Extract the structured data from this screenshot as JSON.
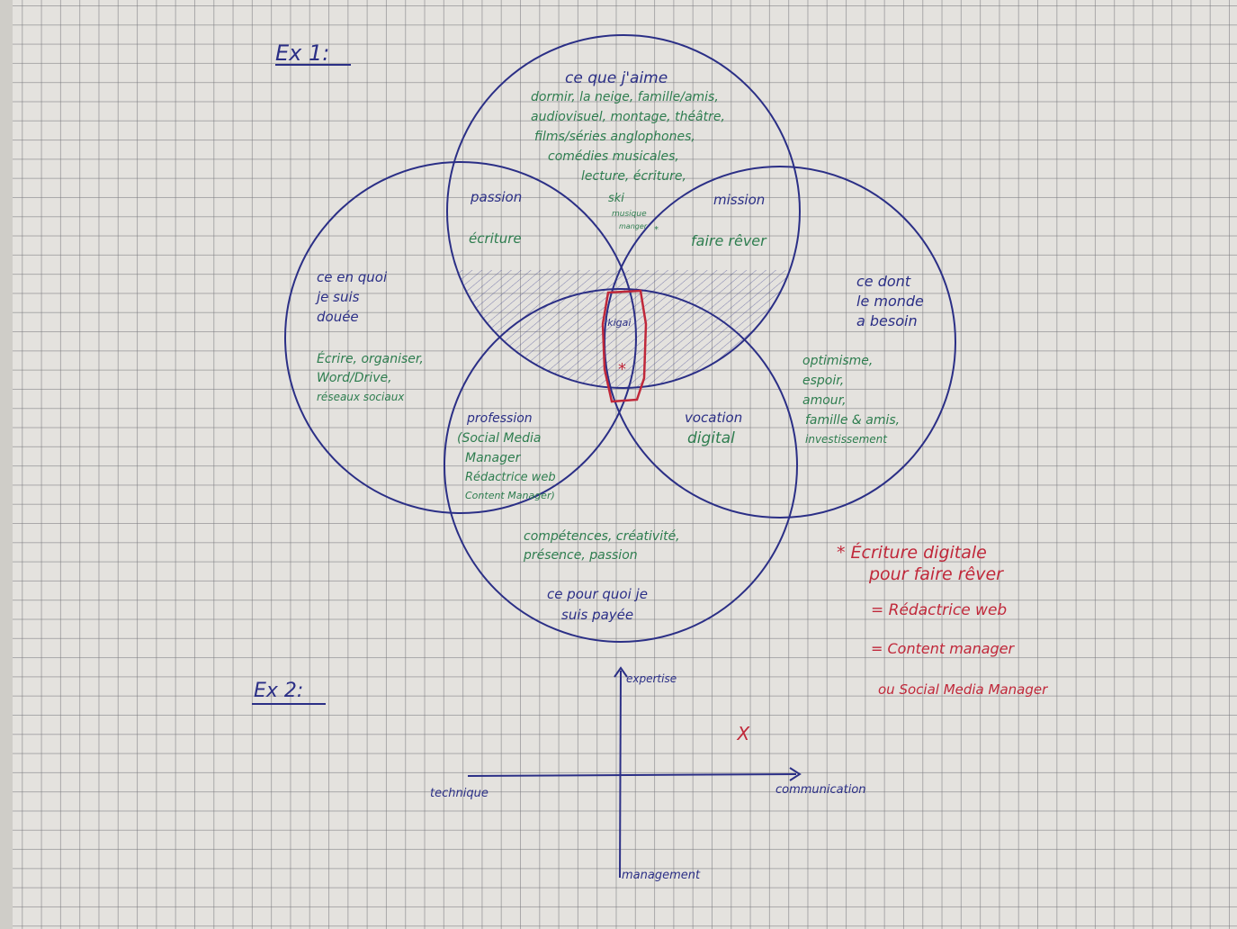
{
  "ex1": {
    "heading": "Ex 1:",
    "love": {
      "title": "ce que j'aime",
      "lines": [
        "dormir, la neige, famille/amis,",
        "audiovisuel, montage, théâtre,",
        "films/séries anglophones,",
        "comédies musicales,",
        "lecture, écriture,"
      ]
    },
    "center_top": [
      "ski",
      "musique",
      "manger"
    ],
    "passion": {
      "label": "passion",
      "value": "écriture"
    },
    "mission": {
      "label": "mission",
      "value": "faire rêver"
    },
    "good_at": {
      "title": [
        "ce en quoi",
        "je suis",
        "douée"
      ],
      "lines": [
        "Écrire, organiser,",
        "Word/Drive,",
        "réseaux sociaux"
      ]
    },
    "world_needs": {
      "title": [
        "ce dont",
        "le monde",
        "a besoin"
      ],
      "lines": [
        "optimisme,",
        "espoir,",
        "amour,",
        "famille & amis,",
        "investissement"
      ]
    },
    "ikigai_label": "Ikigai",
    "star": "*",
    "profession": {
      "label": "profession",
      "lines": [
        "(Social Media",
        "Manager",
        "Rédactrice web",
        "Content Manager)"
      ]
    },
    "vocation": {
      "label": "vocation",
      "value": "digital"
    },
    "paid": {
      "lines": [
        "compétences, créativité,",
        "présence, passion"
      ],
      "title": [
        "ce pour quoi je",
        "suis payée"
      ]
    },
    "conclusion": [
      "* Écriture digitale",
      "pour faire rêver",
      "= Rédactrice web",
      "= Content manager",
      "ou   Social Media Manager"
    ]
  },
  "ex2": {
    "heading": "Ex 2:",
    "axis_top": "expertise",
    "axis_bottom": "management",
    "axis_left": "technique",
    "axis_right": "communication",
    "marker": "X",
    "marker_position": {
      "technique_communication": 0.7,
      "management_expertise": 0.4
    }
  },
  "colors": {
    "ink_blue": "#2b2f86",
    "ink_green": "#2e7d4f",
    "ink_red": "#c0283a",
    "paper": "#e4e2de",
    "grid": "#787880"
  }
}
